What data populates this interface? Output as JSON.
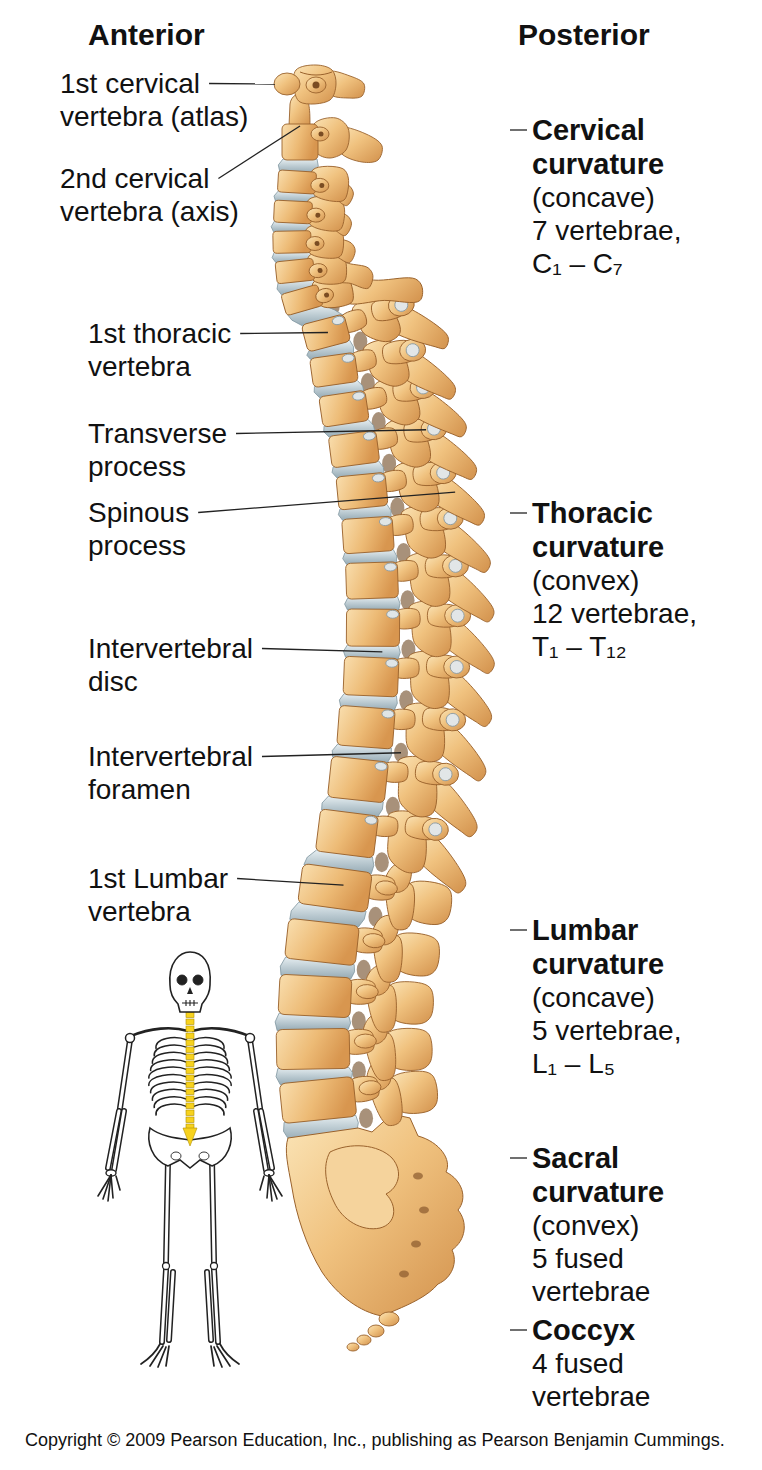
{
  "diagram": {
    "nodes": [
      {
        "text": [
          "Cervical curvature",
          "(concave)",
          "7 vertebrae, C₁ – C₇"
        ]
      },
      {
        "text": [
          "Thoracic curvature",
          "(convex)",
          "12 vertebrae, T₁ – T₁₂"
        ]
      },
      {
        "text": [
          "Lumbar curvature",
          "(concave)",
          "5 vertebrae, L₁ – L₅"
        ]
      },
      {
        "text": [
          "Sacral curvature",
          "(convex)",
          "5 fused vertebrae"
        ]
      },
      {
        "text": [
          "Coccyx",
          "4 fused vertebrae"
        ]
      }
    ],
    "labels": [
      "Anterior",
      "Posterior",
      "1st cervical vertebra (atlas)",
      "2nd cervical vertebra (axis)",
      "1st thoracic vertebra",
      "Transverse process",
      "Spinous process",
      "Intervertebral disc",
      "Intervertebral foramen",
      "1st Lumbar vertebra",
      "Copyright © 2009 Pearson Education, Inc., publishing as Pearson Benjamin Cummings."
    ]
  }
}
